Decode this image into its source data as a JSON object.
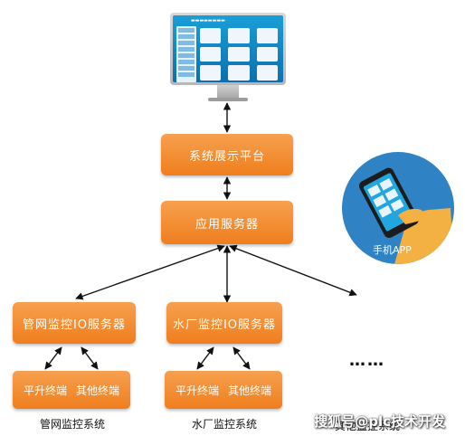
{
  "diagram": {
    "top_box": "系统展示平台",
    "app_server": "应用服务器",
    "left_io_server": "管网监控IO服务器",
    "mid_io_server": "水厂监控IO服务器",
    "left_terminals": [
      "平升终端",
      "其他终端"
    ],
    "mid_terminals": [
      "平升终端",
      "其他终端"
    ],
    "left_caption": "管网监控系统",
    "mid_caption": "水厂监控系统",
    "right_caption": "其他监控系统",
    "ellipsis": "……",
    "phone_label": "手机APP",
    "watermark": "搜狐号@plc技术开发"
  },
  "colors": {
    "box_orange": "#f28a2c",
    "phone_circle": "#2f82c4",
    "screen_blue": "#1a9fd6"
  }
}
